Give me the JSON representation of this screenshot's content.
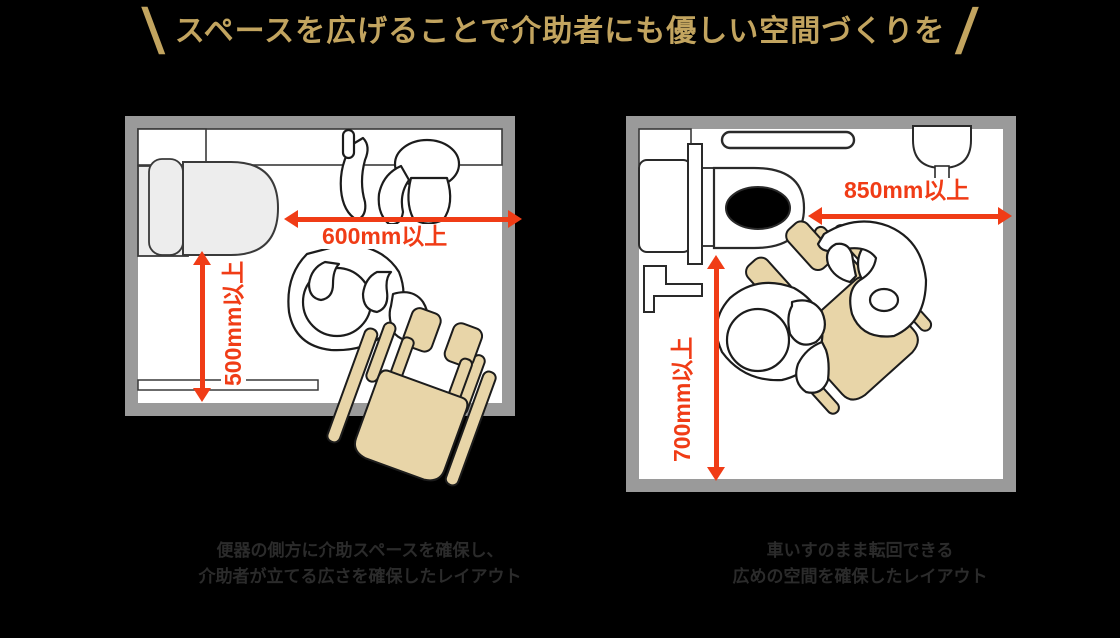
{
  "headline": {
    "slash_left": "\\",
    "slash_right": "/",
    "text": "スペースを広げることで介助者にも優しい空間づくりを",
    "color": "#c2a45f"
  },
  "colors": {
    "background": "#000000",
    "wall": "#9a9a9a",
    "room_floor": "#ffffff",
    "measure_red": "#f03c16",
    "wheelchair_tan": "#e8d5a8",
    "fixture_gray": "#e8e8e8",
    "outline": "#231f20",
    "caption_text": "#2b2b2b"
  },
  "diagrams": [
    {
      "id": "left-standard-toilet",
      "name": "standard-accessible-toilet-plan",
      "measurements": [
        {
          "id": "left-width",
          "label": "600mm以上",
          "orientation": "horizontal",
          "value": 600,
          "unit": "mm",
          "qualifier": "以上"
        },
        {
          "id": "left-depth",
          "label": "500mm以上",
          "orientation": "vertical",
          "value": 500,
          "unit": "mm",
          "qualifier": "以上"
        }
      ],
      "caption_line1": "便器の側方に介助スペースを確保し、",
      "caption_line2": "介助者が立てる広さを確保したレイアウト"
    },
    {
      "id": "right-wide-toilet",
      "name": "wide-accessible-toilet-plan",
      "measurements": [
        {
          "id": "right-width",
          "label": "850mm以上",
          "orientation": "horizontal",
          "value": 850,
          "unit": "mm",
          "qualifier": "以上"
        },
        {
          "id": "right-depth",
          "label": "700mm以上",
          "orientation": "vertical",
          "value": 700,
          "unit": "mm",
          "qualifier": "以上"
        }
      ],
      "caption_line1": "車いすのまま転回できる",
      "caption_line2": "広めの空間を確保したレイアウト"
    }
  ]
}
